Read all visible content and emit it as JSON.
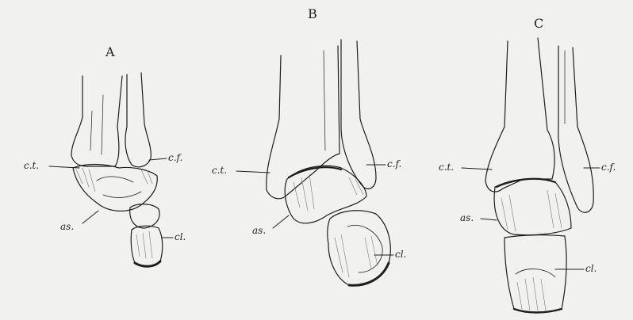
{
  "panels": [
    {
      "letter": "A",
      "labels": {
        "ct": "c.t.",
        "cf": "c.f.",
        "as": "as.",
        "cl": "cl."
      }
    },
    {
      "letter": "B",
      "labels": {
        "ct": "c.t.",
        "cf": "c.f.",
        "as": "as.",
        "cl": "cl."
      }
    },
    {
      "letter": "C",
      "labels": {
        "ct": "c.t.",
        "cf": "c.f.",
        "as": "as.",
        "cl": "cl."
      }
    }
  ],
  "colors": {
    "ink": "#1e1e1e",
    "paper": "#f1f1f0",
    "shade": "#777777"
  }
}
